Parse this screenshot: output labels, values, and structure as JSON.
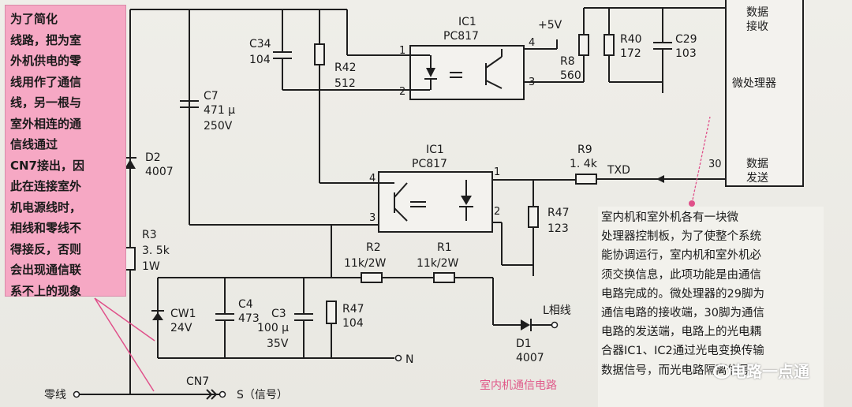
{
  "note_left": {
    "lines": [
      "为了简化",
      "线路，把为室",
      "外机供电的零",
      "线用作了通信",
      "线，另一根与",
      "室外相连的通",
      "信线通过",
      "CN7接出，因",
      "此在连接室外",
      "机电源线时，",
      "相线和零线不",
      "得接反，否则",
      "会出现通信联",
      "系不上的现象"
    ]
  },
  "note_right": {
    "lines": [
      "室内机和室外机各有一块微",
      "处理器控制板，为了使整个系统",
      "能协调运行，室内机和室外机必",
      "须交换信息，此项功能是由通信",
      "电路完成的。微处理器的29脚为",
      "通信电路的接收端，30脚为通信",
      "电路的发送端，电路上的光电耦",
      "合器IC1、IC2通过光电变换传输",
      "数据信号，而光电路隔离信号"
    ]
  },
  "caption": "室内机通信电路",
  "watermark": "电路一点通",
  "mcu": {
    "recv1": "数据",
    "recv2": "接收",
    "name": "微处理器",
    "send1": "数据",
    "send2": "发送",
    "pin_send": "30"
  },
  "labels": {
    "ic1_top_a": "IC1",
    "ic1_top_b": "PC817",
    "ic1_bot_a": "IC1",
    "ic1_bot_b": "PC817",
    "v5": "+5V",
    "c34_a": "C34",
    "c34_b": "104",
    "r42_a": "R42",
    "r42_b": "512",
    "c7_a": "C7",
    "c7_b": "471 μ",
    "c7_c": "250V",
    "r8_a": "R8",
    "r8_b": "560",
    "r40_a": "R40",
    "r40_b": "172",
    "c29_a": "C29",
    "c29_b": "103",
    "r9_a": "R9",
    "r9_b": "1. 4k",
    "txd": "TXD",
    "r47a_a": "R47",
    "r47a_b": "123",
    "d2_a": "D2",
    "d2_b": "4007",
    "r3_a": "R3",
    "r3_b": "3. 5k",
    "r3_c": "1W",
    "r2_a": "R2",
    "r2_b": "11k/2W",
    "r1_a": "R1",
    "r1_b": "11k/2W",
    "cw1_a": "CW1",
    "cw1_b": "24V",
    "c4_a": "C4",
    "c4_b": "473",
    "c3_a": "C3",
    "c3_b": "100 μ",
    "c3_c": "35V",
    "r47b_a": "R47",
    "r47b_b": "104",
    "d1_a": "D1",
    "d1_b": "4007",
    "lphase": "L相线",
    "n": "N",
    "zero": "零线",
    "cn7": "CN7",
    "s": "S（信号）",
    "p1": "1",
    "p2": "2",
    "p3": "3",
    "p4": "4",
    "q1": "1",
    "q2": "2",
    "q3": "3",
    "q4": "4"
  },
  "colors": {
    "note_left_bg": "#f6a8c4",
    "arrow": "#e0508a"
  }
}
